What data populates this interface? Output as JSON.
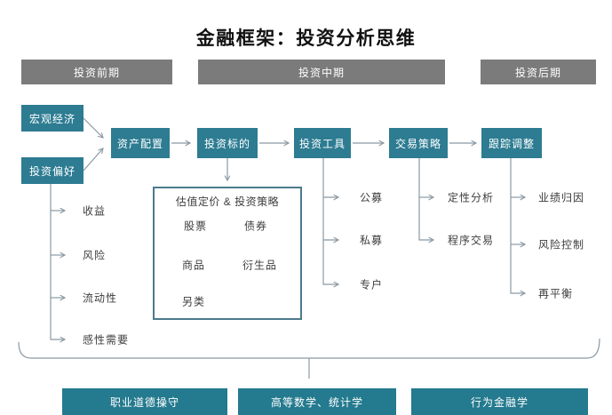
{
  "title": "金融框架：投资分析思维",
  "phases": [
    {
      "label": "投资前期"
    },
    {
      "label": "投资中期"
    },
    {
      "label": "投资后期"
    }
  ],
  "inputs": {
    "macro": "宏观经济",
    "preference": "投资偏好"
  },
  "flow": [
    {
      "label": "资产配置"
    },
    {
      "label": "投资标的"
    },
    {
      "label": "投资工具"
    },
    {
      "label": "交易策略"
    },
    {
      "label": "跟踪调整"
    }
  ],
  "preference_factors": [
    "收益",
    "风险",
    "流动性",
    "感性需要"
  ],
  "valuation_box": {
    "title": "估值定价 & 投资策略",
    "items": [
      "股票",
      "债券",
      "商品",
      "衍生品",
      "另类"
    ]
  },
  "tool_types": [
    "公募",
    "私募",
    "专户"
  ],
  "strategy_types": [
    "定性分析",
    "程序交易"
  ],
  "tracking_items": [
    "业绩归因",
    "风险控制",
    "再平衡"
  ],
  "foundations": [
    "职业道德操守",
    "高等数学、统计学",
    "行为金融学"
  ],
  "colors": {
    "node_teal": "#2d7c92",
    "foundation_teal": "#247a8e",
    "phase_gray": "#7b7b7b",
    "line_gray": "#8a99a4"
  }
}
